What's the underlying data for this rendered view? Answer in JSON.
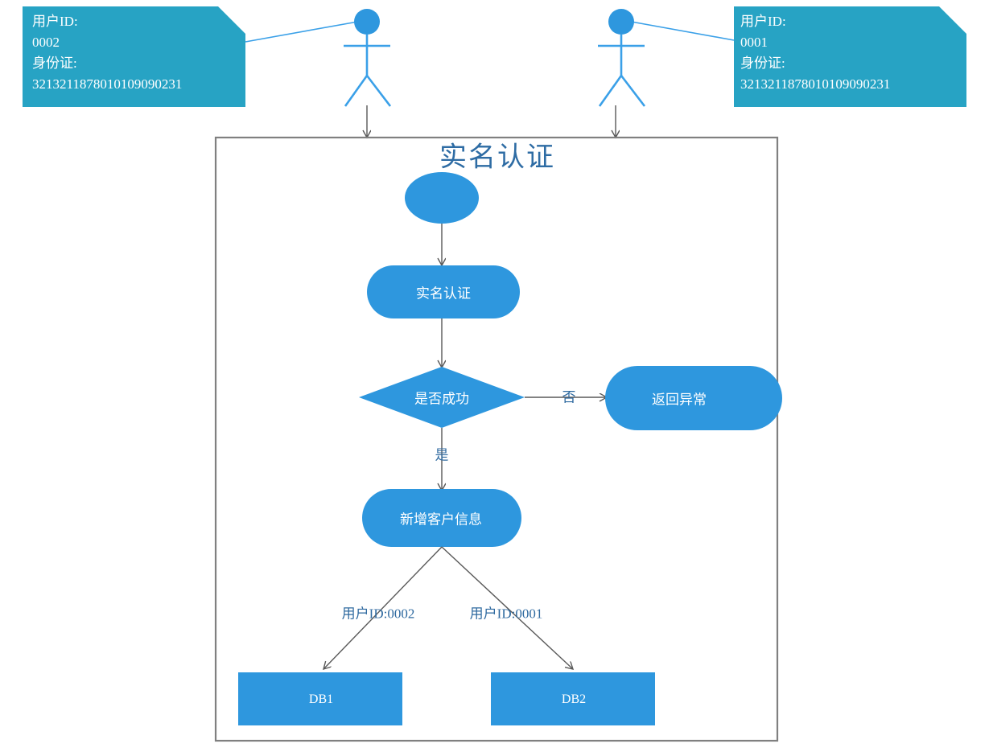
{
  "diagram": {
    "title": "实名认证",
    "container_label": "实名认证",
    "colors": {
      "node_fill": "#2e97de",
      "note_fill": "#27a3c4",
      "actor_stroke": "#3aa0e8",
      "edge_stroke": "#595959",
      "container_border": "#808080",
      "title_text": "#2e6ca4",
      "label_text": "#2f6aa0",
      "node_text": "#ffffff"
    }
  },
  "notes": {
    "left": {
      "id_label": "用户ID:",
      "id_value": "0002",
      "idcard_label": "身份证:",
      "idcard_value": "3213211878010109090231"
    },
    "right": {
      "id_label": "用户ID:",
      "id_value": "0001",
      "idcard_label": "身份证:",
      "idcard_value": "3213211878010109090231"
    }
  },
  "actors": [
    {
      "name": "actor-left"
    },
    {
      "name": "actor-right"
    }
  ],
  "nodes": [
    {
      "id": "start",
      "label": "",
      "shape": "ellipse"
    },
    {
      "id": "auth",
      "label": "实名认证",
      "shape": "stadium"
    },
    {
      "id": "decision",
      "label": "是否成功",
      "shape": "diamond"
    },
    {
      "id": "error",
      "label": "返回异常",
      "shape": "stadium"
    },
    {
      "id": "addinfo",
      "label": "新增客户信息",
      "shape": "stadium"
    },
    {
      "id": "db1",
      "label": "DB1",
      "shape": "rect"
    },
    {
      "id": "db2",
      "label": "DB2",
      "shape": "rect"
    }
  ],
  "edges": [
    {
      "from": "decision",
      "to": "error",
      "label": "否"
    },
    {
      "from": "decision",
      "to": "addinfo",
      "label": "是"
    },
    {
      "from": "addinfo",
      "to": "db1",
      "label": "用户ID:0002"
    },
    {
      "from": "addinfo",
      "to": "db2",
      "label": "用户ID:0001"
    }
  ]
}
